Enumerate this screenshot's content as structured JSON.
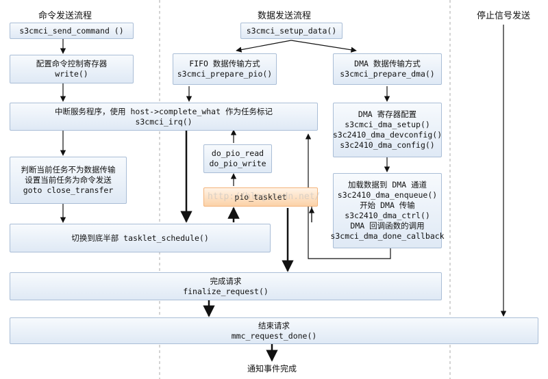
{
  "columns": {
    "command": "命令发送流程",
    "data": "数据发送流程",
    "stop": "停止信号发送"
  },
  "boxes": {
    "send_command": [
      "s3cmci_send_command ()"
    ],
    "config_reg": [
      "配置命令控制寄存器",
      "write()"
    ],
    "setup_data": [
      "s3cmci_setup_data()"
    ],
    "fifo_mode": [
      "FIFO 数据传输方式",
      "s3cmci_prepare_pio()"
    ],
    "dma_mode": [
      "DMA 数据传输方式",
      "s3cmci_prepare_dma()"
    ],
    "irq": [
      "中断服务程序，使用 host->complete_what 作为任务标记",
      "s3cmci_irq()"
    ],
    "dma_reg": [
      "DMA 寄存器配置",
      "s3cmci_dma_setup()",
      "s3c2410_dma_devconfig()",
      "s3c2410_dma_config()"
    ],
    "pio_rw": [
      "do_pio_read",
      "do_pio_write"
    ],
    "judge": [
      "判断当前任务不为数据传输",
      "设置当前任务为命令发送",
      "goto close_transfer"
    ],
    "pio_tasklet": [
      "pio_tasklet"
    ],
    "dma_load": [
      "加载数据到 DMA 通道",
      "s3c2410_dma_enqueue()",
      "开始 DMA 传输",
      "s3c2410_dma_ctrl()",
      "DMA 回调函数的调用",
      "s3cmci_dma_done_callback"
    ],
    "tasklet_schedule": [
      "切换到底半部 tasklet_schedule()"
    ],
    "finalize": [
      "完成请求",
      "finalize_request()"
    ],
    "request_done": [
      "结束请求",
      "mmc_request_done()"
    ]
  },
  "watermark": "http://blog.csdn.net/",
  "footer_note": "通知事件完成"
}
